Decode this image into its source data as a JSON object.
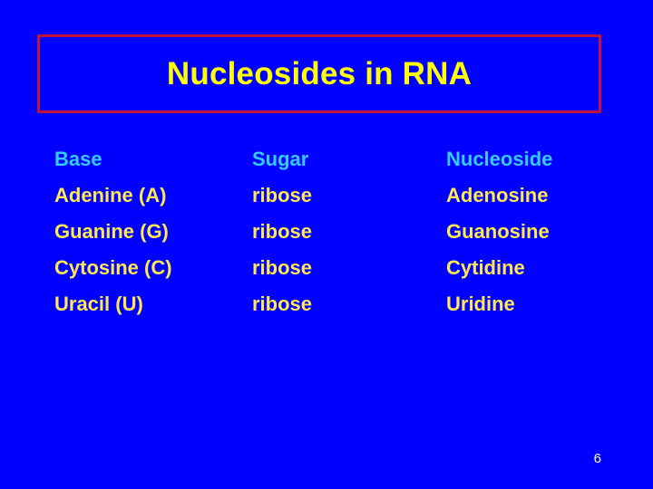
{
  "slide": {
    "title": "Nucleosides in RNA",
    "page_number": "6",
    "colors": {
      "background": "#0000ff",
      "title_text": "#ffff00",
      "title_border": "#c0143c",
      "header_text": "#33ccff",
      "data_text": "#ffe84d",
      "page_number_text": "#ffffff"
    }
  },
  "table": {
    "headers": {
      "base": "Base",
      "sugar": "Sugar",
      "nucleoside": "Nucleoside"
    },
    "rows": [
      {
        "base": "Adenine (A)",
        "sugar": "ribose",
        "nucleoside": "Adenosine"
      },
      {
        "base": "Guanine (G)",
        "sugar": "ribose",
        "nucleoside": "Guanosine"
      },
      {
        "base": "Cytosine (C)",
        "sugar": "ribose",
        "nucleoside": "Cytidine"
      },
      {
        "base": "Uracil (U)",
        "sugar": "ribose",
        "nucleoside": "Uridine"
      }
    ]
  }
}
